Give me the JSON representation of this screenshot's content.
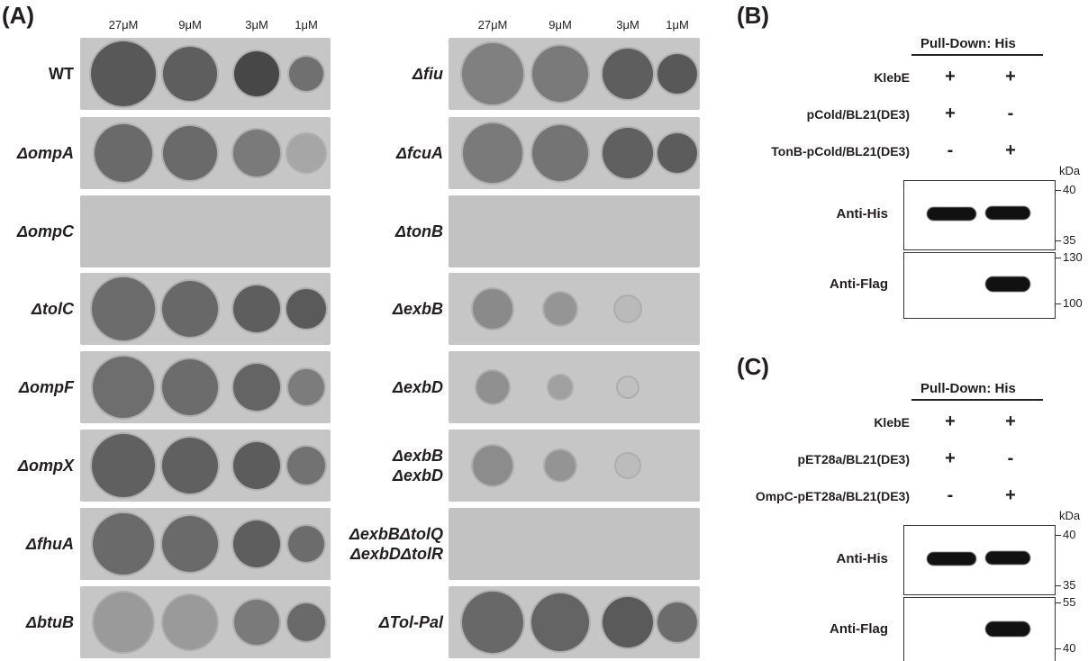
{
  "panel_a": {
    "letter": "(A)",
    "concentrations": [
      "27μM",
      "9μM",
      "3μM",
      "1μM"
    ],
    "left_strains": [
      "WT",
      "ΔompA",
      "ΔompC",
      "ΔtolC",
      "ΔompF",
      "ΔompX",
      "ΔfhuA",
      "ΔbtuB"
    ],
    "right_strains": [
      "Δfiu",
      "ΔfcuA",
      "ΔtonB",
      "ΔexbB",
      "ΔexbD",
      "ΔexbB\nΔexbD",
      "ΔexbBΔtolQ\nΔexbDΔtolR",
      "ΔTol-Pal"
    ]
  },
  "panel_b": {
    "letter": "(B)",
    "header": "Pull-Down: His",
    "rows": [
      {
        "label": "KlebE",
        "lane1": "+",
        "lane2": "+"
      },
      {
        "label": "pCold/BL21(DE3)",
        "lane1": "+",
        "lane2": "-"
      },
      {
        "label": "TonB-pCold/BL21(DE3)",
        "lane1": "-",
        "lane2": "+"
      }
    ],
    "unit": "kDa",
    "blots": [
      {
        "label": "Anti-His",
        "markers": [
          "40",
          "35"
        ]
      },
      {
        "label": "Anti-Flag",
        "markers": [
          "130",
          "100"
        ]
      }
    ]
  },
  "panel_c": {
    "letter": "(C)",
    "header": "Pull-Down: His",
    "rows": [
      {
        "label": "KlebE",
        "lane1": "+",
        "lane2": "+"
      },
      {
        "label": "pET28a/BL21(DE3)",
        "lane1": "+",
        "lane2": "-"
      },
      {
        "label": "OmpC-pET28a/BL21(DE3)",
        "lane1": "-",
        "lane2": "+"
      }
    ],
    "unit": "kDa",
    "blots": [
      {
        "label": "Anti-His",
        "markers": [
          "40",
          "35"
        ]
      },
      {
        "label": "Anti-Flag",
        "markers": [
          "55",
          "40"
        ]
      }
    ]
  }
}
